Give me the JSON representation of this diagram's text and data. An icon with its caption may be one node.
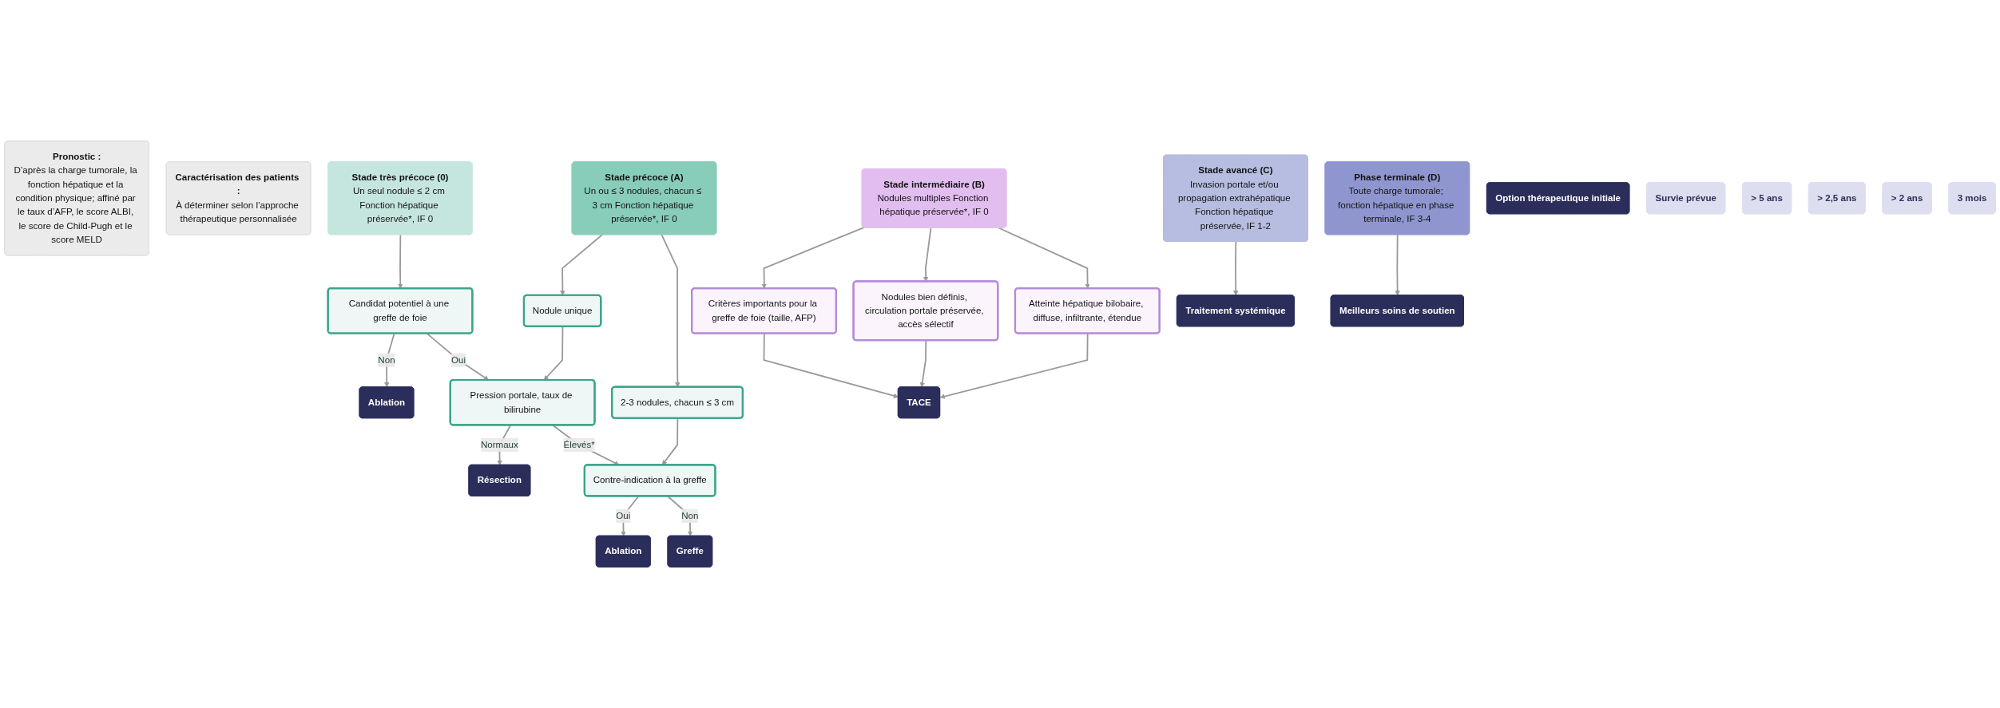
{
  "diagram": {
    "nodes": [
      {
        "text": [
          "Pronostic :",
          "D’après la charge tumorale, la fonction hépatique et la condition physique; affiné par le taux d’AFP, le score ALBI, le score de Child-Pugh et le score MELD"
        ]
      },
      {
        "text": [
          "Caractérisation des patients :",
          "À déterminer selon l’approche thérapeutique personnalisée"
        ]
      },
      {
        "text": [
          "Stade très précoce (0)",
          "Un seul nodule ≤ 2 cm Fonction hépatique préservée*, IF 0"
        ]
      },
      {
        "text": [
          "Stade précoce (A)",
          "Un ou ≤ 3 nodules, chacun ≤ 3 cm Fonction hépatique préservée*, IF 0"
        ]
      },
      {
        "text": [
          "Stade intermédiaire (B)",
          "Nodules multiples Fonction hépatique préservée*, IF 0"
        ]
      },
      {
        "text": [
          "Stade avancé (C)",
          "Invasion portale et/ou propagation extrahépatique Fonction hépatique préservée, IF 1-2"
        ]
      },
      {
        "text": [
          "Phase terminale (D)",
          "Toute charge tumorale; fonction hépatique en phase terminale, IF 3-4"
        ]
      },
      {
        "text": [
          "Candidat potentiel à une greffe de foie"
        ]
      },
      {
        "text": [
          "Nodule unique"
        ]
      },
      {
        "text": [
          "2-3 nodules, chacun ≤ 3 cm"
        ]
      },
      {
        "text": [
          "Pression portale, taux de bilirubine"
        ]
      },
      {
        "text": [
          "Contre-indication à la greffe"
        ]
      },
      {
        "text": [
          "Critères importants pour la greffe de foie (taille, AFP)"
        ]
      },
      {
        "text": [
          "Nodules bien définis, circulation portale préservée, accès sélectif"
        ]
      },
      {
        "text": [
          "Atteinte hépatique bilobaire, diffuse, infiltrante, étendue"
        ]
      },
      {
        "text": [
          "Option thérapeutique initiale"
        ]
      },
      {
        "text": [
          "Ablation"
        ]
      },
      {
        "text": [
          "Résection"
        ]
      },
      {
        "text": [
          "Ablation"
        ]
      },
      {
        "text": [
          "Greffe"
        ]
      },
      {
        "text": [
          "TACE"
        ]
      },
      {
        "text": [
          "Traitement systémique"
        ]
      },
      {
        "text": [
          "Meilleurs soins de soutien"
        ]
      },
      {
        "text": [
          "Survie prévue"
        ]
      },
      {
        "text": [
          "> 5 ans"
        ]
      },
      {
        "text": [
          "> 2,5 ans"
        ]
      },
      {
        "text": [
          "> 2 ans"
        ]
      },
      {
        "text": [
          "3 mois"
        ]
      }
    ],
    "edges": [
      {
        "from": 2,
        "to": 7,
        "arrow": "to"
      },
      {
        "from": 3,
        "to": 8,
        "arrow": "to"
      },
      {
        "from": 3,
        "to": 9,
        "arrow": "to"
      },
      {
        "from": 7,
        "to": 16,
        "label": "Non",
        "arrow": "to"
      },
      {
        "from": 7,
        "to": 10,
        "label": "Oui",
        "arrow": "to"
      },
      {
        "from": 8,
        "to": 10,
        "arrow": "to"
      },
      {
        "from": 10,
        "to": 17,
        "label": "Normaux",
        "arrow": "to"
      },
      {
        "from": 10,
        "to": 11,
        "label": "Élevés*",
        "arrow": "to"
      },
      {
        "from": 9,
        "to": 11,
        "arrow": "to"
      },
      {
        "from": 11,
        "to": 18,
        "label": "Oui",
        "arrow": "to"
      },
      {
        "from": 11,
        "to": 19,
        "label": "Non",
        "arrow": "to"
      },
      {
        "from": 4,
        "to": 12,
        "arrow": "to"
      },
      {
        "from": 4,
        "to": 13,
        "arrow": "to"
      },
      {
        "from": 4,
        "to": 14,
        "arrow": "to"
      },
      {
        "from": 12,
        "to": 20,
        "arrow": "to"
      },
      {
        "from": 13,
        "to": 20,
        "arrow": "to"
      },
      {
        "from": 14,
        "to": 20,
        "arrow": "to"
      },
      {
        "from": 5,
        "to": 21,
        "arrow": "to"
      },
      {
        "from": 6,
        "to": 22,
        "arrow": "to"
      }
    ]
  }
}
